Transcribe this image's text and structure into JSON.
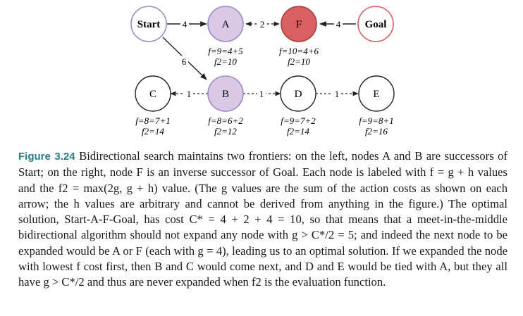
{
  "diagram": {
    "nodes": {
      "start": {
        "label": "Start"
      },
      "a": {
        "label": "A",
        "f": "f=9=4+5",
        "f2": "f2=10"
      },
      "f": {
        "label": "F",
        "f": "f=10=4+6",
        "f2": "f2=10"
      },
      "goal": {
        "label": "Goal"
      },
      "c": {
        "label": "C",
        "f": "f=8=7+1",
        "f2": "f2=14"
      },
      "b": {
        "label": "B",
        "f": "f=8=6+2",
        "f2": "f2=12"
      },
      "d": {
        "label": "D",
        "f": "f=9=7+2",
        "f2": "f2=14"
      },
      "e": {
        "label": "E",
        "f": "f=9=8+1",
        "f2": "f2=16"
      }
    },
    "edges": {
      "start_a": "4",
      "a_f": "2",
      "goal_f": "4",
      "start_b": "6",
      "b_c": "1",
      "b_d": "1",
      "d_e": "1"
    },
    "colors": {
      "node_purple_fill": "#d9c9e6",
      "node_purple_stroke": "#9c8ac8",
      "node_red_fill": "#d86060",
      "node_red_stroke": "#b03a3a",
      "goal_stroke": "#d86060",
      "caption_label": "#2a7c8c"
    }
  },
  "caption": {
    "label": "Figure 3.24",
    "text": "Bidirectional search maintains two frontiers: on the left, nodes A and B are successors of Start; on the right, node F is an inverse successor of Goal. Each node is labeled with f = g + h values and the f2 = max(2g, g + h) value. (The g values are the sum of the action costs as shown on each arrow; the h values are arbitrary and cannot be derived from anything in the figure.) The optimal solution, Start-A-F-Goal, has cost C* = 4 + 2 + 4 = 10, so that means that a meet-in-the-middle bidirectional algorithm should not expand any node with g > C*/2 = 5; and indeed the next node to be expanded would be A or F (each with g = 4), leading us to an optimal solution. If we expanded the node with lowest f cost first, then B and C would come next, and D and E would be tied with A, but they all have g > C*/2 and thus are never expanded when f2 is the evaluation function."
  }
}
